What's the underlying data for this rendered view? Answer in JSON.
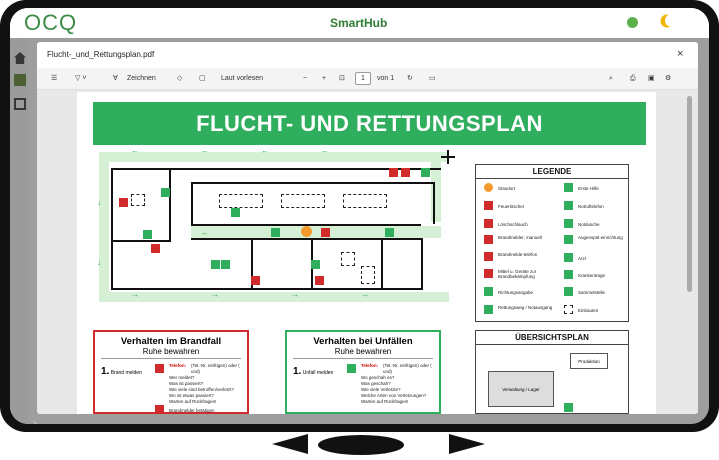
{
  "app": {
    "logo": "OCQ",
    "title": "SmartHub",
    "colors": {
      "accent": "#2fae5e",
      "danger": "#d12a2a"
    }
  },
  "viewer": {
    "filename": "Flucht-_und_Rettungsplan.pdf",
    "close": "×",
    "toolbar": {
      "draw": "Zeichnen",
      "read_aloud": "Laut vorlesen",
      "minus": "−",
      "plus": "+",
      "page": "1",
      "of": "von 1"
    }
  },
  "plan": {
    "title": "FLUCHT- UND RETTUNGSPLAN",
    "legend": {
      "title": "LEGENDE",
      "items": [
        "Standort",
        "Erste Hilfe",
        "Feuerlöscher",
        "Notruftelefon",
        "Löschschlauch",
        "Notdusche",
        "Brandmelder, manuell",
        "Augenspül-einrichtung",
        "Brandmelde-telefon",
        "Arzt",
        "Mittel u. Geräte zur Brandbekämpfung",
        "Krankentrage",
        "Richtungsangabe",
        "Sammelstelle",
        "Rettungsweg / Notausgang",
        "Einbauten"
      ]
    },
    "overview": {
      "title": "ÜBERSICHTSPLAN",
      "production": "Produktion",
      "admin": "Verwaltung / Lager"
    },
    "fire": {
      "title": "Verhalten im Brandfall",
      "subtitle": "Ruhe bewahren",
      "step_num": "1.",
      "step_label": "Brand melden",
      "phone_red": "Telefon:",
      "phone_note": "(Tel.-Nr. einfügen) oder ( und)",
      "lines": [
        "Wer meldet?",
        "Was ist passiert?",
        "Wie viele sind betroffen/verletzt?",
        "Wo ist etwas passiert?",
        "Warten auf Rückfragen!"
      ],
      "alarm": "Brandmelder betätigen"
    },
    "accident": {
      "title": "Verhalten bei Unfällen",
      "subtitle": "Ruhe bewahren",
      "step_num": "1.",
      "step_label": "Unfall melden",
      "phone_red": "Telefon:",
      "phone_note": "(Tel.-Nr. einfügen) oder ( und)",
      "lines": [
        "Wo geschah es?",
        "Was geschah?",
        "Wie viele Verletzte?",
        "Welche Arten von Verletzungen?",
        "Warten auf Rückfragen!"
      ]
    }
  }
}
